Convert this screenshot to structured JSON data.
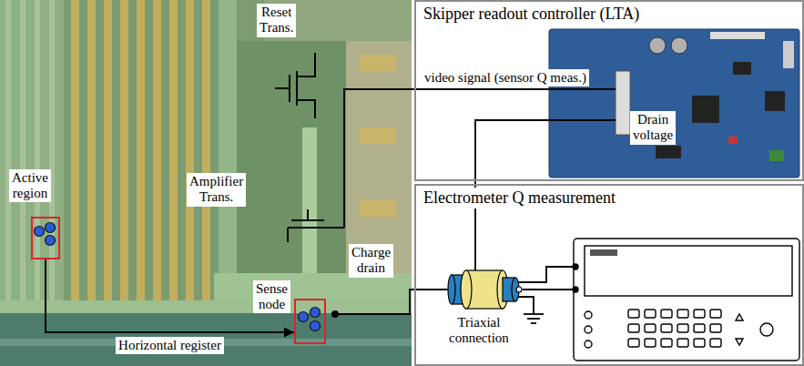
{
  "diagram": {
    "nodes": [
      {
        "text": [
          "Active region"
        ]
      },
      {
        "text": [
          "Sense node"
        ]
      },
      {
        "text": [
          "Skipper readout controller (LTA)"
        ]
      },
      {
        "text": [
          "Electrometer Q measurement"
        ]
      }
    ],
    "edges": [
      {
        "from": 0,
        "to": 1,
        "arrow": "to",
        "label": "Horizontal register"
      }
    ],
    "labels": [
      "Reset Trans.",
      "Amplifier Trans.",
      "Charge drain",
      "video signal (sensor Q meas.)",
      "Drain voltage",
      "Triaxial connection"
    ]
  }
}
